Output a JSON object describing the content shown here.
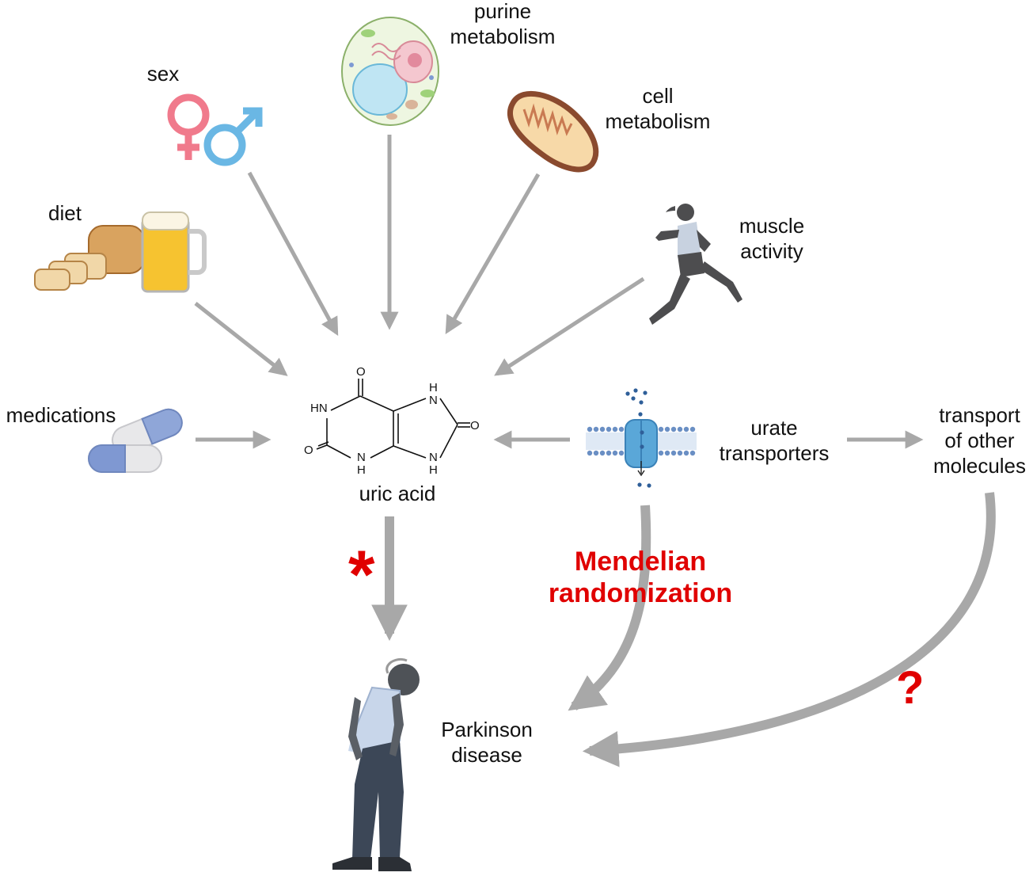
{
  "factors": {
    "purine": [
      "purine",
      "metabolism"
    ],
    "sex": "sex",
    "cell": [
      "cell",
      "metabolism"
    ],
    "diet": "diet",
    "muscle": [
      "muscle",
      "activity"
    ],
    "medications": "medications"
  },
  "center": {
    "label": "uric acid",
    "atoms": {
      "o_top": "O",
      "hn": "HN",
      "h_right_top": "H",
      "n_right_top": "N",
      "o_right": "O",
      "o_left": "O",
      "n_bottom": "N",
      "h_bottom": "H",
      "n_right_bottom": "N",
      "h_right_bottom": "H"
    }
  },
  "transporters": [
    "urate",
    "transporters"
  ],
  "transport_other": [
    "transport",
    "of other",
    "molecules"
  ],
  "outcome": [
    "Parkinson",
    "disease"
  ],
  "method": [
    "Mendelian",
    "randomization"
  ],
  "marks": {
    "asterisk": "*",
    "question": "?"
  },
  "colors": {
    "arrow": "#a8a8a8",
    "accent_red": "#e00000",
    "transporter_blue": "#5aa7d8",
    "figure_gray": "#555a5f"
  }
}
